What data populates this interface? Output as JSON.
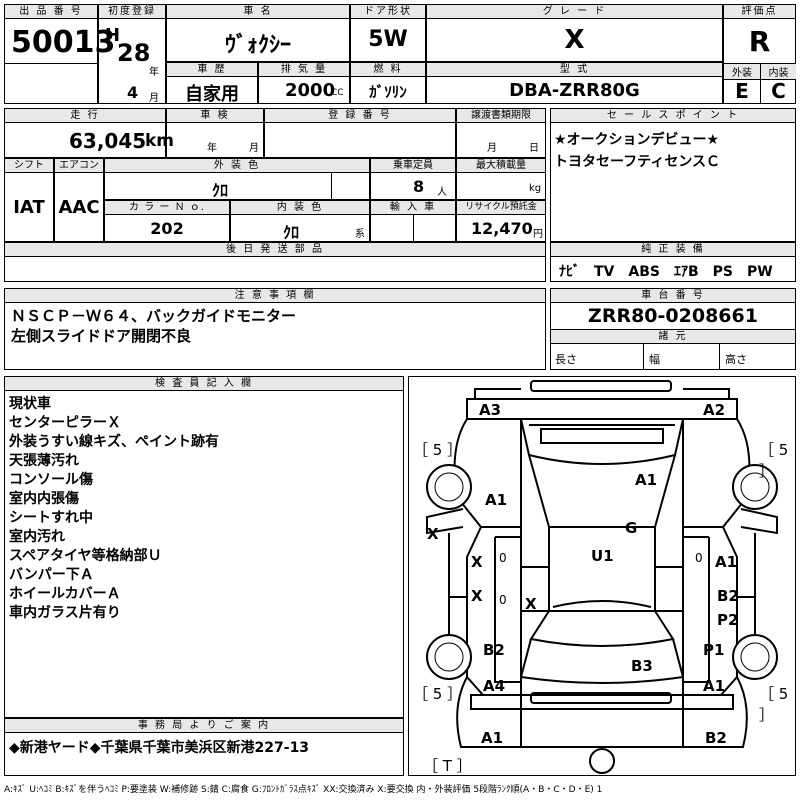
{
  "header": {
    "lot_no_label": "出 品 番 号",
    "lot_no": "50013",
    "first_reg_label": "初度登録",
    "era": "H",
    "year": "28",
    "year_unit": "年",
    "month": "4",
    "month_unit": "月",
    "car_name_label": "車 名",
    "car_name": "ｳﾞｫｸｼｰ",
    "door_label": "ドア形状",
    "door": "5W",
    "grade_label": "グ レ ー ド",
    "grade": "X",
    "score_label": "評価点",
    "score": "R",
    "history_label": "車 歴",
    "history": "自家用",
    "displacement_label": "排 気 量",
    "displacement": "2000",
    "displacement_unit": "CC",
    "fuel_label": "燃 料",
    "fuel": "ｶﾞｿﾘﾝ",
    "model_label": "型 式",
    "model": "DBA-ZRR80G",
    "exterior_label": "外装",
    "exterior": "E",
    "interior_label": "内装",
    "interior": "C"
  },
  "row2": {
    "mileage_label": "走 行",
    "mileage": "63,045",
    "mileage_unit": "km",
    "inspection_label": "車 検",
    "inspection_year_unit": "年",
    "inspection_month_unit": "月",
    "reg_no_label": "登 録 番 号",
    "transfer_label": "譲渡書類期限",
    "transfer_month_unit": "月",
    "transfer_day_unit": "日",
    "shift_label": "シフト",
    "shift": "IAT",
    "ac_label": "エアコン",
    "ac": "AAC",
    "color_label": "外 装 色",
    "color": "ｸﾛ",
    "capacity_label": "乗車定員",
    "capacity": "8",
    "capacity_unit": "人",
    "max_load_label": "最大積載量",
    "max_load_unit": "kg",
    "color_no_label": "カ ラ ー Ｎ ｏ.",
    "color_no": "202",
    "interior_color_label": "内 装 色",
    "interior_color": "ｸﾛ",
    "interior_color_unit": "系",
    "import_label": "輸 入 車",
    "recycle_label": "リサイクル預託金",
    "recycle": "12,470",
    "recycle_unit": "円",
    "later_parts_label": "後 日 発 送 部 品"
  },
  "sales": {
    "label": "セ ー ル ス ポ イ ン ト",
    "lines": [
      "★オークションデビュー★",
      "トヨタセーフティセンスＣ"
    ]
  },
  "equipment": {
    "label": "純 正 装 備",
    "items": "ﾅﾋﾞ　TV　ABS　ｴｱB　PS　PW"
  },
  "caution": {
    "label": "注 意 事 項 欄",
    "lines": [
      "ＮＳＣＰ－Ｗ６４、バックガイドモニター",
      "左側スライドドア開閉不良"
    ]
  },
  "chassis": {
    "label": "車 台 番 号",
    "value": "ZRR80-0208661",
    "dims_label": "諸 元",
    "length_label": "長さ",
    "width_label": "幅",
    "height_label": "高さ"
  },
  "inspector": {
    "label": "検 査 員 記 入 欄",
    "lines": [
      "現状車",
      "センターピラーＸ",
      "外装うすい線キズ、ペイント跡有",
      "天張薄汚れ",
      "コンソール傷",
      "室内内張傷",
      "シートすれ中",
      "室内汚れ",
      "スペアタイヤ等格納部Ｕ",
      "バンパー下Ａ",
      "ホイールカバーＡ",
      "車内ガラス片有り"
    ]
  },
  "office": {
    "label": "事 務 局 よ り ご 案 内",
    "text": "◆新港ヤード◆千葉県千葉市美浜区新港227-13"
  },
  "diagram": {
    "tire_front_left": "［ 5 ］",
    "tire_front_right": "［ 5 ］",
    "tire_rear_left": "［ 5 ］",
    "tire_rear_right": "［ 5 ］",
    "tire_spare": "［ T ］",
    "marks": {
      "a3": "A3",
      "a2": "A2",
      "a1_hood": "A1",
      "a1_left_front": "A1",
      "g": "G",
      "x_left": "X",
      "x_door1": "X",
      "x_door2": "X",
      "x_door3": "X",
      "u1": "U1",
      "a1_right": "A1",
      "b2_right": "B2",
      "p2": "P2",
      "p1": "P1",
      "b2_left": "B2",
      "b3": "B3",
      "a4": "A4",
      "a1_rear_right": "A1",
      "a1_bottom_left": "A1",
      "b2_bottom_right": "B2",
      "zero1": "0",
      "zero2": "0",
      "zero3": "0"
    }
  },
  "legend": "A:ｷｽﾞ  U:ﾍｺﾐ  B:ｷｽﾞを伴うﾍｺﾐ  P:要塗装  W:補修跡  S:錆  C:腐食  G:ﾌﾛﾝﾄｶﾞﾗｽ点ｷｽﾞ  XX:交換済み  X:要交換  内・外装評価  5段階ﾗﾝｸ順(A・B・C・D・E) 1"
}
